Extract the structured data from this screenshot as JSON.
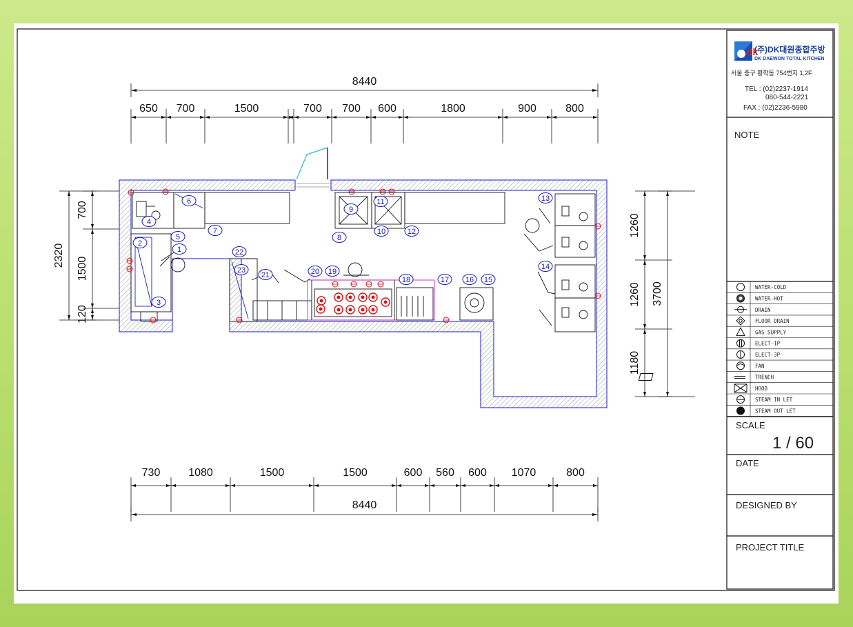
{
  "company": {
    "logo_mark": "dk",
    "name_kr": "(주)DK대원종합주방",
    "name_en": "DK DAEWON TOTAL KITCHEN",
    "address": "서울 중구 황학동 754번지 1,2F",
    "tel": "TEL : (02)2237-1914",
    "tel2": "080-544-2221",
    "fax": "FAX : (02)2236-5980"
  },
  "title_block": {
    "note_label": "NOTE",
    "scale_label": "SCALE",
    "scale_value": "1 / 60",
    "date_label": "DATE",
    "designed_label": "DESIGNED BY",
    "project_label": "PROJECT TITLE"
  },
  "legend": [
    {
      "icon": "water-cold-icon",
      "label": "WATER-COLD"
    },
    {
      "icon": "water-hot-icon",
      "label": "WATER-HOT"
    },
    {
      "icon": "drain-icon",
      "label": "DRAIN"
    },
    {
      "icon": "floor-drain-icon",
      "label": "FLOOR DRAIN"
    },
    {
      "icon": "gas-supply-icon",
      "label": "GAS SUPPLY"
    },
    {
      "icon": "elect-1p-icon",
      "label": "ELECT-1P"
    },
    {
      "icon": "elect-3p-icon",
      "label": "ELECT-3P"
    },
    {
      "icon": "fan-icon",
      "label": "FAN"
    },
    {
      "icon": "trench-icon",
      "label": "TRENCH"
    },
    {
      "icon": "hood-icon",
      "label": "HOOD"
    },
    {
      "icon": "steam-in-let-icon",
      "label": "STEAM IN LET"
    },
    {
      "icon": "steam-out-let-icon",
      "label": "STEAM OUT LET"
    }
  ],
  "dimensions": {
    "top_total": "8440",
    "top": [
      "650",
      "700",
      "1500",
      "700",
      "700",
      "600",
      "1800",
      "900",
      "800"
    ],
    "bottom": [
      "730",
      "1080",
      "1500",
      "1500",
      "600",
      "560",
      "600",
      "1070",
      "800"
    ],
    "bottom_total": "8440",
    "left_total": "2320",
    "left": [
      "700",
      "1500",
      "120"
    ],
    "right": [
      "1260",
      "1260",
      "1180"
    ],
    "right_total": "3700"
  },
  "equipment_numbers": [
    "1",
    "2",
    "3",
    "4",
    "5",
    "6",
    "7",
    "8",
    "9",
    "10",
    "11",
    "12",
    "13",
    "14",
    "15",
    "16",
    "17",
    "18",
    "19",
    "20",
    "21",
    "22",
    "23"
  ],
  "colors": {
    "wall": "#1a1acc",
    "equipment": "#111111",
    "marker": "#dd1111",
    "hood": "#cc22cc",
    "door": "#22bbdd"
  }
}
